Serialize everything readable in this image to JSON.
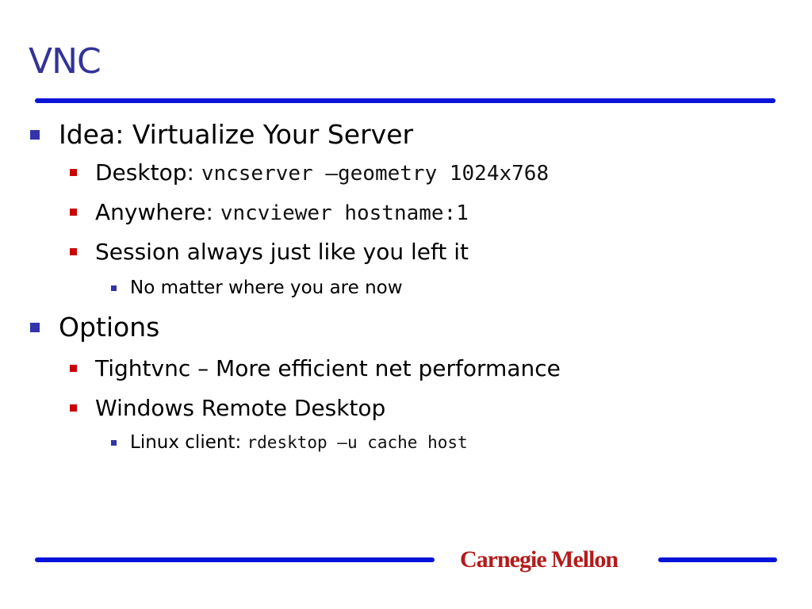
{
  "slide": {
    "title": "VNC",
    "items": [
      {
        "level": 1,
        "text": "Idea: Virtualize Your Server"
      },
      {
        "level": 2,
        "text": "Desktop: ",
        "code": "vncserver –geometry 1024x768"
      },
      {
        "level": 2,
        "text": "Anywhere: ",
        "code": "vncviewer hostname:1"
      },
      {
        "level": 2,
        "text": "Session always just like you left it"
      },
      {
        "level": 3,
        "text": "No matter where you are now"
      },
      {
        "level": 1,
        "text": "Options"
      },
      {
        "level": 2,
        "text": "Tightvnc – More efficient net performance"
      },
      {
        "level": 2,
        "text": "Windows Remote Desktop"
      },
      {
        "level": 3,
        "text": "Linux client: ",
        "code": "rdesktop –u cache host"
      }
    ]
  },
  "footer": {
    "logo_text": "Carnegie Mellon"
  },
  "colors": {
    "title": "#333399",
    "rule": "#0a14d8",
    "level1_bullet": "#3333aa",
    "level2_bullet": "#cc0000",
    "level3_bullet": "#3333aa",
    "logo": "#b31b1b"
  }
}
